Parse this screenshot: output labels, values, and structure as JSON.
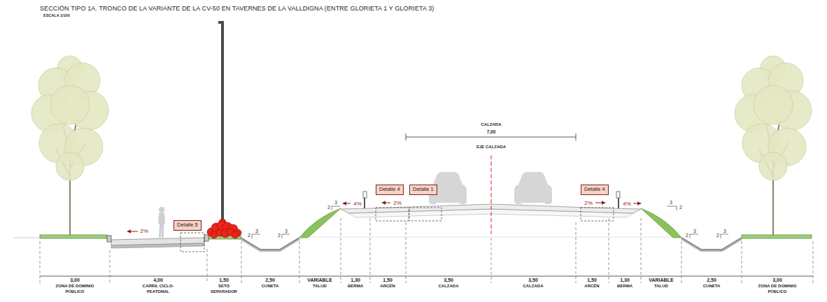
{
  "diagram": {
    "title": "SECCIÓN TIPO 1A. TRONCO DE LA VARIANTE DE LA CV-50 EN TAVERNES DE LA VALLDIGNA (ENTRE GLORIETA 1 Y GLORIETA 3)",
    "nodes": [
      {
        "text": [
          "Detalle 5"
        ]
      },
      {
        "text": [
          "Detalle 4"
        ]
      },
      {
        "text": [
          "Detalle 1"
        ]
      },
      {
        "text": [
          "Detalle 4"
        ]
      }
    ],
    "labels": [
      "ESCALA 1/100",
      "CALZADA",
      "7,00",
      "EJE CALZADA",
      "2%",
      "4%",
      "2%",
      "2%",
      "4%",
      "3",
      "2",
      "3",
      "2",
      "2",
      "3",
      "3",
      "2",
      "3",
      "2",
      "2",
      "3",
      "3,00",
      "4,00",
      "1,50",
      "2,50",
      "VARIABLE",
      "1,30",
      "1,50",
      "3,50",
      "3,50",
      "1,50",
      "1,30",
      "VARIABLE",
      "2,50",
      "3,00",
      "ZONA DE DOMINIO PÚBLICO",
      "CARRIL CICLO-PEATONAL",
      "SETO SEPARADOR",
      "CUNETA",
      "TALUD",
      "BERMA",
      "ARCÉN",
      "CALZADA",
      "CALZADA",
      "ARCÉN",
      "BERMA",
      "TALUD",
      "CUNETA",
      "ZONA DE DOMINIO PÚBLICO"
    ]
  }
}
